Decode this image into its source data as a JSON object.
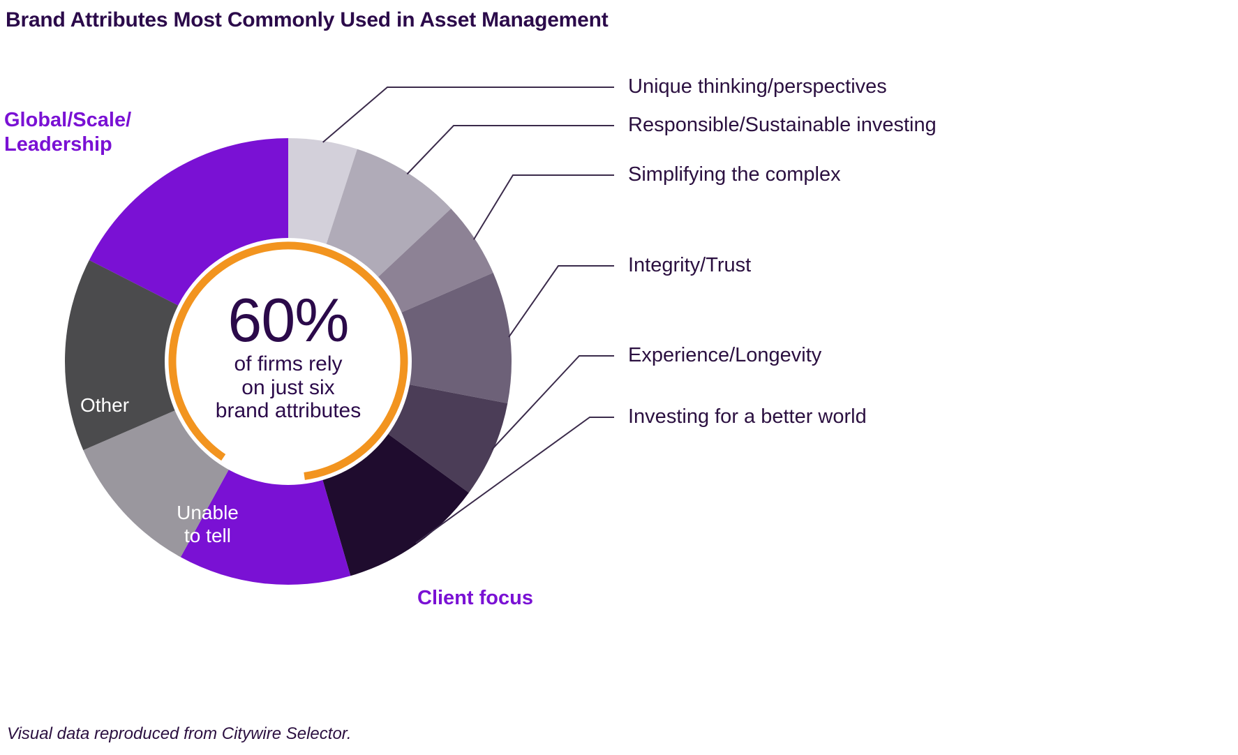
{
  "title": "Brand Attributes Most Commonly Used in Asset Management",
  "caption": "Visual data reproduced from Citywire Selector.",
  "center": {
    "value": "60%",
    "subtext": "of firms rely\non just six\nbrand attributes"
  },
  "colors": {
    "title": "#2b0a4a",
    "accent_purple": "#7a11d4",
    "orange_arc": "#f2941f",
    "label_text": "#2b1040",
    "leader_line": "#3a2a4a"
  },
  "chart_data": {
    "type": "pie",
    "title": "Brand Attributes Most Commonly Used in Asset Management",
    "subtitle": "",
    "xlabel": "",
    "ylabel": "",
    "legend_position": "callouts",
    "grid": false,
    "donut": true,
    "inner_radius_ratio": 0.55,
    "start_angle_deg": 0,
    "direction": "clockwise",
    "annotations": [
      "60% of firms rely on just six brand attributes"
    ],
    "categories": [
      "Unique thinking/perspectives",
      "Responsible/Sustainable investing",
      "Simplifying the complex",
      "Integrity/Trust",
      "Experience/Longevity",
      "Investing for a better world",
      "Client focus",
      "Unable to tell",
      "Other",
      "Global/Scale/Leadership"
    ],
    "values": [
      5.0,
      8.0,
      5.5,
      9.5,
      7.0,
      10.5,
      12.5,
      10.5,
      14.0,
      17.5
    ],
    "slice_colors": [
      "#d3d0da",
      "#b0abb8",
      "#8d8295",
      "#6d6178",
      "#4b3d57",
      "#1f0c2e",
      "#7a11d4",
      "#9a979e",
      "#4b4b4d",
      "#7a11d4"
    ]
  },
  "slice_labels_inside": [
    {
      "name": "other",
      "text": "Other"
    },
    {
      "name": "unable-to-tell",
      "text": "Unable\nto tell"
    }
  ],
  "emphasis_labels": [
    {
      "name": "global-scale-leadership",
      "text": "Global/Scale/\nLeadership"
    },
    {
      "name": "client-focus",
      "text": "Client focus"
    }
  ],
  "callouts": [
    {
      "name": "unique-thinking",
      "text": "Unique thinking/perspectives"
    },
    {
      "name": "responsible-sustainable-investing",
      "text": "Responsible/Sustainable investing"
    },
    {
      "name": "simplifying-the-complex",
      "text": "Simplifying the complex"
    },
    {
      "name": "integrity-trust",
      "text": "Integrity/Trust"
    },
    {
      "name": "experience-longevity",
      "text": "Experience/Longevity"
    },
    {
      "name": "investing-for-a-better-world",
      "text": "Investing for a better world"
    }
  ]
}
